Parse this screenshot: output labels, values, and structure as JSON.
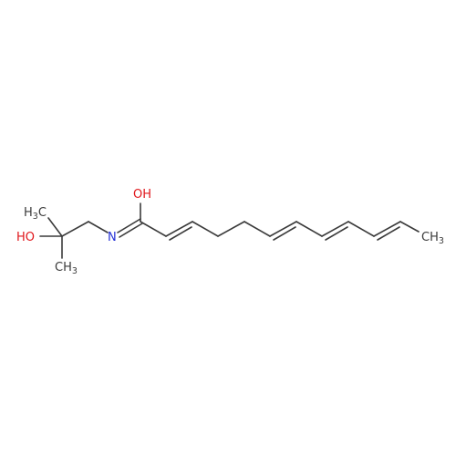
{
  "molecule": {
    "labels": {
      "hydroxyl_top": "OH",
      "methyl_upper_left_main": "H",
      "methyl_upper_left_C": "C",
      "methyl_upper_left_sub": "3",
      "hydroxyl_left": "HO",
      "methyl_lower_main": "CH",
      "methyl_lower_sub": "3",
      "nitrogen": "N",
      "methyl_terminal_main": "CH",
      "methyl_terminal_sub": "3"
    },
    "colors": {
      "bond": "#3a3a3a",
      "oxygen": "#e0161b",
      "nitrogen": "#2431d6",
      "carbon": "#3a3a3a"
    }
  }
}
